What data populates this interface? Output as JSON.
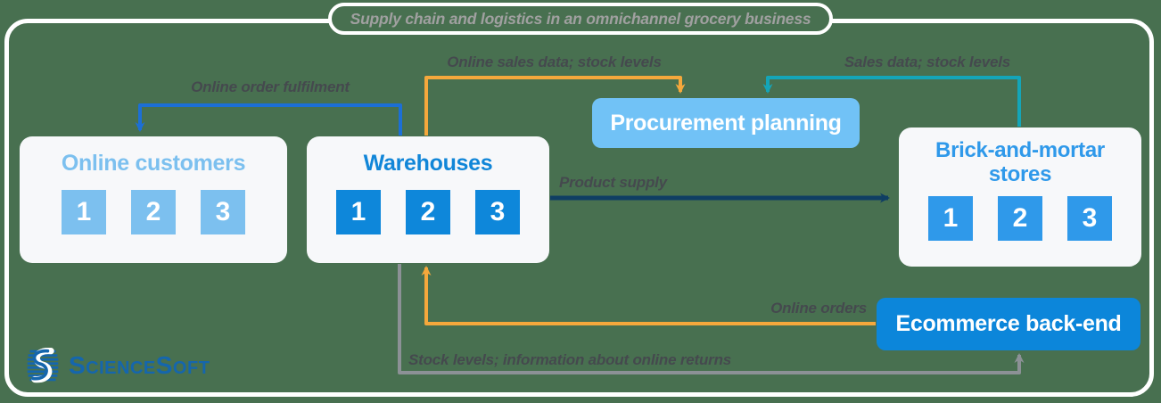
{
  "title": "Supply chain and logistics in an omnichannel grocery business",
  "nodes": {
    "online_customers": {
      "label": "Online customers",
      "units": [
        "1",
        "2",
        "3"
      ]
    },
    "warehouses": {
      "label": "Warehouses",
      "units": [
        "1",
        "2",
        "3"
      ]
    },
    "procurement": {
      "label": "Procurement planning"
    },
    "brick_and_mortar": {
      "label": "Brick-and-mortar stores",
      "units": [
        "1",
        "2",
        "3"
      ]
    },
    "ecommerce": {
      "label": "Ecommerce back-end"
    }
  },
  "arrows": {
    "online_order_fulfilment": {
      "label": "Online order fulfilment",
      "from": "Warehouses",
      "to": "Online customers"
    },
    "online_sales_data": {
      "label": "Online sales data; stock levels",
      "from": "Warehouses",
      "to": "Procurement planning"
    },
    "sales_data": {
      "label": "Sales data; stock levels",
      "from": "Brick-and-mortar stores",
      "to": "Procurement planning"
    },
    "product_supply": {
      "label": "Product supply",
      "from": "Warehouses",
      "to": "Brick-and-mortar stores"
    },
    "online_orders": {
      "label": "Online orders",
      "from": "Ecommerce back-end",
      "to": "Warehouses"
    },
    "stock_levels": {
      "label": "Stock levels; information about online returns",
      "from": "Warehouses",
      "to": "Ecommerce back-end"
    }
  },
  "logo": {
    "text": "ScienceSoft"
  },
  "colors": {
    "background_green": "#487050",
    "box_bg": "#f7f8fa",
    "light_blue": "#7cc0ef",
    "brand_blue": "#0e87da",
    "mid_blue": "#2f99ea",
    "procurement_bg": "#71c2f6",
    "ecommerce_bg": "#0c86da",
    "arrow_blue": "#1c6fd6",
    "arrow_orange": "#f5a83c",
    "arrow_teal": "#14a5b8",
    "arrow_navy": "#0f3e63",
    "arrow_gray": "#8c9196",
    "label_dark": "#45494e",
    "title_gray": "#a0a0a0",
    "logo_blue": "#1566ad"
  }
}
